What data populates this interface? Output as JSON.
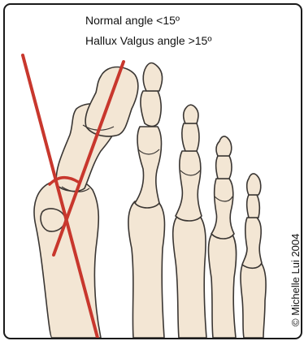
{
  "labels": {
    "normal_angle": "Normal angle <15º",
    "hallux_valgus_angle": "Hallux Valgus angle >15º",
    "copyright": "© Michelle Lui 2004"
  },
  "colors": {
    "bone_fill": "#f3e6d4",
    "bone_outline": "#3a3633",
    "angle_line": "#c8372d",
    "frame": "#1a1a1a"
  }
}
